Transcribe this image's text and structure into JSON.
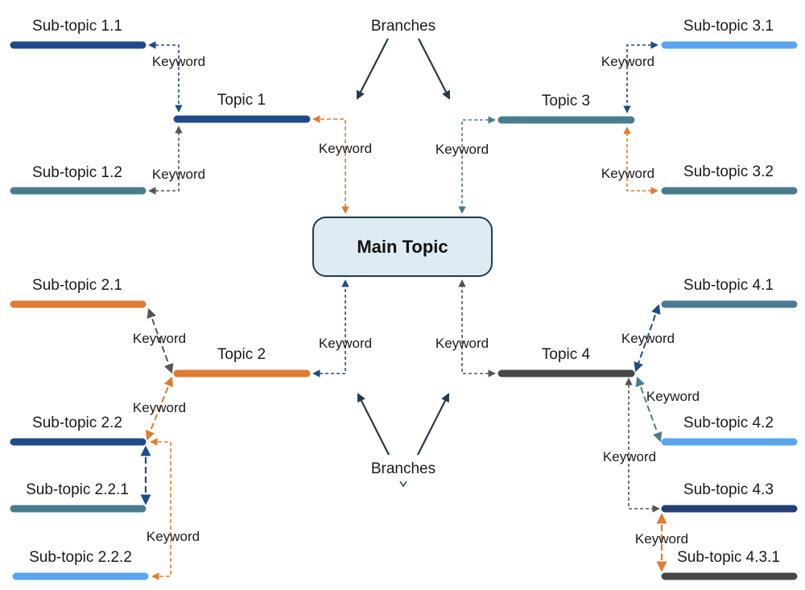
{
  "main_topic": {
    "label": "Main Topic",
    "fill": "#deebf3",
    "stroke": "#1f3b4d"
  },
  "branches_label_top": "Branches",
  "branches_label_bottom": "Branches",
  "keyword": "Keyword",
  "colors": {
    "navy": "#1f4b87",
    "teal": "#4a7c90",
    "orange": "#e07b30",
    "light_blue": "#5aa5ee",
    "dark_gray": "#484848",
    "deep_navy": "#233f73",
    "arrow_dark": "#25394a"
  },
  "topics": {
    "t1": "Topic 1",
    "t2": "Topic 2",
    "t3": "Topic 3",
    "t4": "Topic 4"
  },
  "subtopics": {
    "s11": "Sub-topic 1.1",
    "s12": "Sub-topic 1.2",
    "s21": "Sub-topic 2.1",
    "s22": "Sub-topic 2.2",
    "s221": "Sub-topic 2.2.1",
    "s222": "Sub-topic 2.2.2",
    "s31": "Sub-topic 3.1",
    "s32": "Sub-topic 3.2",
    "s41": "Sub-topic 4.1",
    "s42": "Sub-topic 4.2",
    "s43": "Sub-topic 4.3",
    "s431": "Sub-topic 4.3.1"
  }
}
